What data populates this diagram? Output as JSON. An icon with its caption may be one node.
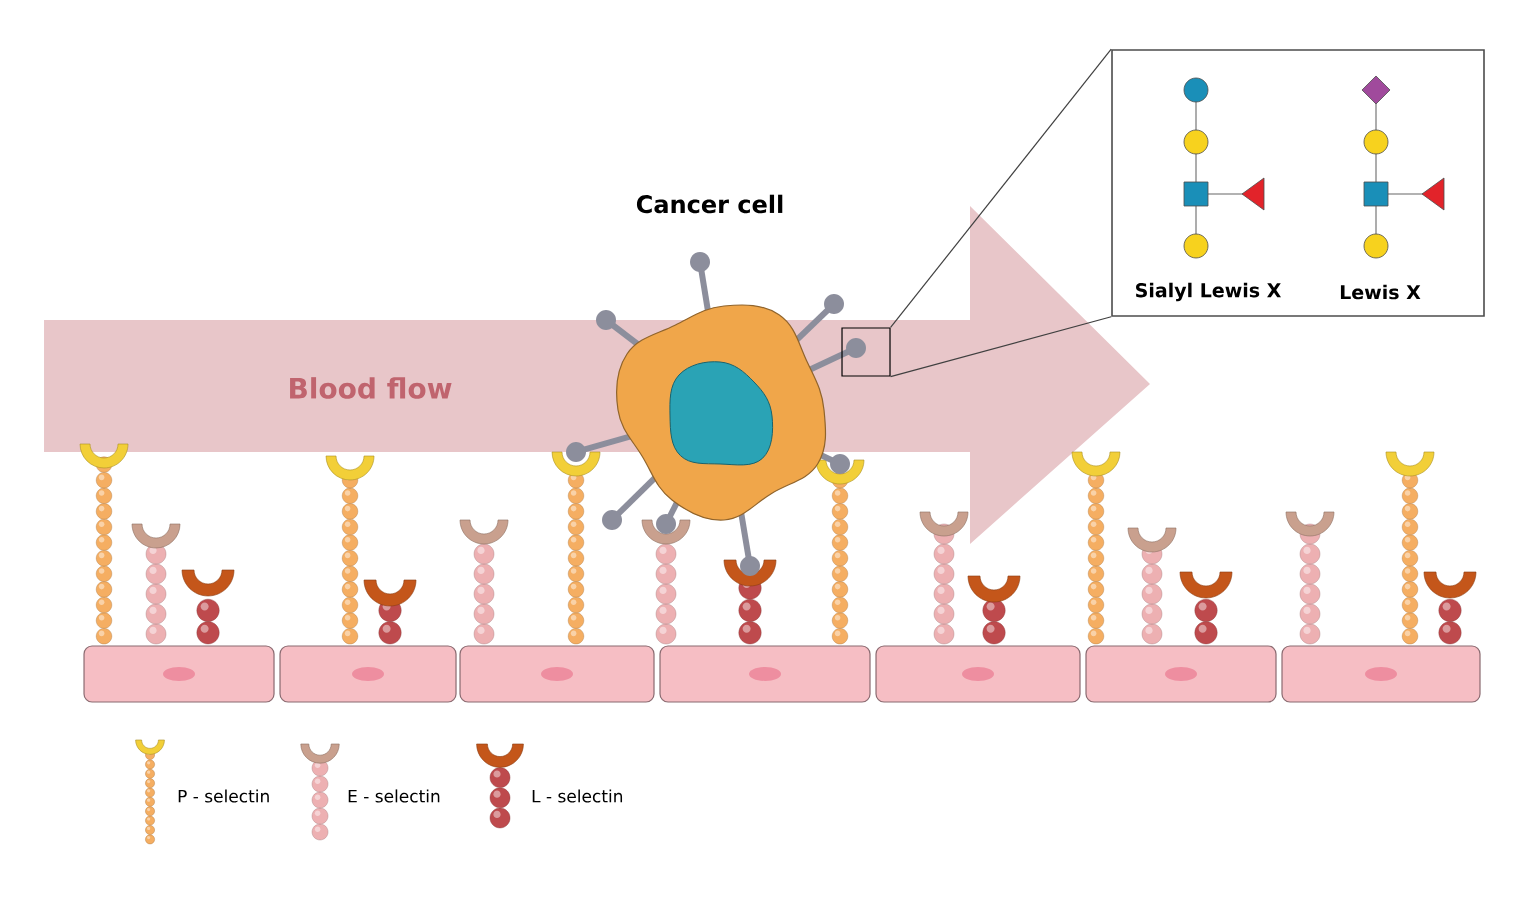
{
  "diagram": {
    "nodes": [
      {
        "text": [
          "Blood flow"
        ]
      },
      {
        "text": [
          "Cancer cell"
        ]
      },
      {
        "text": [],
        "shape": "box"
      },
      {
        "text": [
          "Sialyl Lewis X",
          "Lewis X"
        ]
      }
    ],
    "edges": [
      {
        "from": 2,
        "to": 3,
        "arrow": "none"
      },
      {
        "from": 2,
        "to": 3,
        "arrow": "none"
      }
    ],
    "legend": [
      {
        "text": "P - selectin"
      },
      {
        "text": "E - selectin"
      },
      {
        "text": "L - selectin"
      }
    ]
  }
}
